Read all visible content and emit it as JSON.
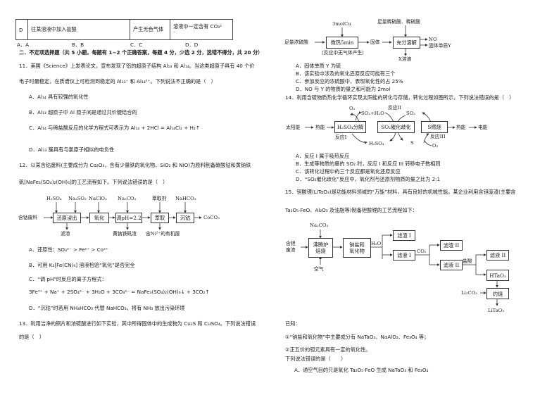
{
  "q10_table_row": {
    "label": "D",
    "operation": "往某溶液中加入盐酸",
    "phenomenon": "产生无色气体",
    "conclusion_line1": "溶液中一定含有 CO₃²",
    "conclusion_line2": "⁻"
  },
  "q10_options": [
    "A．A",
    "B．B",
    "C．C",
    "D．D"
  ],
  "section2_heading": "二．不定项选择题（共 5 小题，每题有 1~2 个正确答案，每题 4 分，少选 2 分，选错不得分，共 20 分）",
  "q11": {
    "stem_line1": "11．美国《Science》上发表论文，宣布发现了铝的超原子结构 Al₁₃ 和 Al₁₄。当这类超原子具有 40 个价",
    "stem_line2": "电子时最稳定，在质谱仪上可检测到稳定的 Al₁₃⁻ 和 Al₁₄²⁺。下列说法不正确的是（　）",
    "options": [
      "A．Al₁₄ 具有较强的氧化性",
      "B．Al₁₃ 超原子中 Al 原子间是通过共价键结合的",
      "C．Al₁₄ 与稀盐酸反应的化学方程式可表示为 Al₁₄ + 2HCl = Al₁₄Cl₂ + H₂↑",
      "D．Al₁₃ 簇具有与氯原子相似的电负性"
    ]
  },
  "q12": {
    "stem_line1": "12．以某含钴废料(主要成分为 Co₂O₃，含有少量铁的氧化物、SiO₂ 和 NiO)为原料制备碳酸钴和黄钠铁",
    "stem_line2": "矾[NaFe₃(SO₄)₂(OH)₆]的工艺流程如下。下列说法错误的是（　）",
    "flow": {
      "start": "含钴废料",
      "steps": [
        "还原浸出",
        "氧化",
        "调pH=2.2",
        "萃取",
        "沉钴"
      ],
      "inputs": [
        "H₂SO₄",
        "Na₂SO₃",
        "NaClO₃",
        "Na₂CO₃",
        "萃取剂",
        "NaHCO₃"
      ],
      "outputs_down": [
        "滤渣",
        "黄钠铁矾渣",
        "含Ni²⁺的有机层"
      ],
      "product": "CoCO₃"
    },
    "options": [
      "A．还原性：SO₃²⁻ > Fe²⁺ > Co²⁺",
      "B．可用 K₃[Fe(CN)₆] 溶液检验“氧化”是否完全",
      "C．“调 pH”时反应的离子方程式：",
      "3Fe³⁺ + Na⁺ + 2SO₄²⁻ + 3H₂O + 3CO₃²⁻ = NaFe₃(SO₄)₂(OH)₆↓ + 3CO₂↑",
      "D．“沉钴”时若用 NH₄HCO₃ 代替 NaHCO₃，将有 NH₃ 放出污染环境"
    ]
  },
  "q13": {
    "stem_line1": "13．利用洁净的铜片和浓硫酸进行如下实验，其中所得固体中的生成物为 Cu₂S 和 CuSO₄。下列说法错误",
    "stem_line2": "的是（　）",
    "flow": {
      "top_input1": "3molCu",
      "start": "足量浓硫酸",
      "box1": "微热5min",
      "note": "（反应中无气体产生）",
      "mid": "固体",
      "top_input2": "足量稀硝酸、稀硫酸",
      "box2": "充分溶解",
      "out1": "NO",
      "out2": "固体单质Y",
      "out_down": "X溶液"
    },
    "options": [
      "A．固体单质 Y 为硫",
      "B．该实验中涉及的氧化还原反应可能有三个",
      "C．参加反应的浓硫酸中，表现氧化性的占 25%",
      "D．NO 与 Y 的物质的量之和可能为 2mol"
    ]
  },
  "q14": {
    "stem": "14．利用含硫物质热化学循环实现太阳能的转化与存储，转化过程如图所示，下列说法错误的是（　）",
    "diagram": {
      "solar": "太阳能",
      "heat1": "热能",
      "box1": "H₂SO₄分解",
      "box2": "SO₂催化歧化",
      "box3": "S燃烧",
      "heat2": "热能",
      "electric": "电能",
      "o2_top": "O₂",
      "so2_h2o": "SO₂+H₂O",
      "rxn2": "反应II",
      "so2": "SO₂",
      "rxn1": "反应I",
      "h2so4": "H₂SO₄",
      "s": "S",
      "rxn3": "反应III",
      "o2_bottom": "O₂"
    },
    "options": [
      "A．反应 I 属于吸热反应",
      "B．生成等物质的量的 SO₂ 时，反应 I 和反应 III 转移电子数相同",
      "C．该转化过程中的三个反应都是氧化还原反应",
      "D．“SO₂催化歧化”反应中，氧化剂与还原剂物质的量之比为 2:1"
    ]
  },
  "q15": {
    "stem_line1": "15．钽酸锂(LiTaO₃)是功能材料领域的“万能”材料，具有良好的机械性能。某企业利用含钽废渣(主要含",
    "stem_line2": "Ta₂O₅·FeO、Al₂O₃ 及油脂等)制备钽酸锂的工艺流程如下：",
    "flow": {
      "start_l1": "含钽",
      "start_l2": "废渣",
      "na2co3": "Na₂CO₃",
      "air": "空气",
      "box1_l1": "沸腾炉",
      "box1_l2": "焙烧",
      "box2_l1": "钠盐和",
      "box2_l2": "氧化物",
      "h2o": "H₂O",
      "residue1": "滤渣 I",
      "filtrate1": "滤液 I",
      "co2": "CO₂",
      "residue2": "滤渣 II",
      "filtrate2": "滤液 II",
      "hcl": "盐酸",
      "filtrate3": "滤液 II",
      "htao3": "HTaO₃",
      "li2co3": "Li₂CO₃",
      "calcine": "灼烧",
      "product": "LiTaO₃"
    },
    "known_heading": "已知：",
    "known": [
      "①“钠盐和氧化物”中主要成分有 NaTaO₃、NaAlO₂、Fe₃O₄ 等；",
      "②正五价的钽元素具有一定的氧化性。"
    ],
    "question": "下列说法错误的是（　　）",
    "options": [
      "A．通空气目的只是氧化 Ta₂O₅·FeO 生成 NaTaO₃ 和 Fe₃O₄"
    ]
  }
}
